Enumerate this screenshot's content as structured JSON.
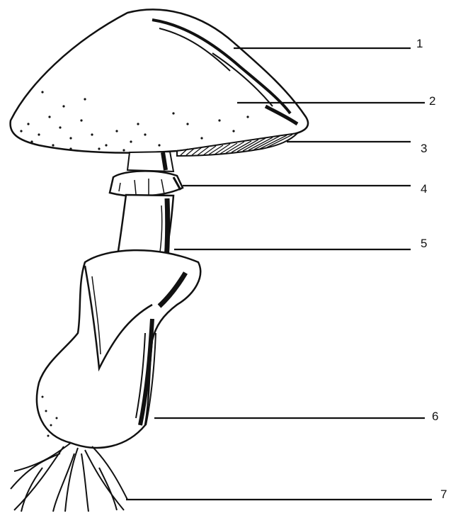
{
  "diagram": {
    "colors": {
      "ink": "#111111",
      "fill": "#ffffff"
    },
    "labels": [
      {
        "id": "1",
        "text": "1"
      },
      {
        "id": "2",
        "text": "2"
      },
      {
        "id": "3",
        "text": "3"
      },
      {
        "id": "4",
        "text": "4"
      },
      {
        "id": "5",
        "text": "5"
      },
      {
        "id": "6",
        "text": "6"
      },
      {
        "id": "7",
        "text": "7"
      }
    ]
  }
}
